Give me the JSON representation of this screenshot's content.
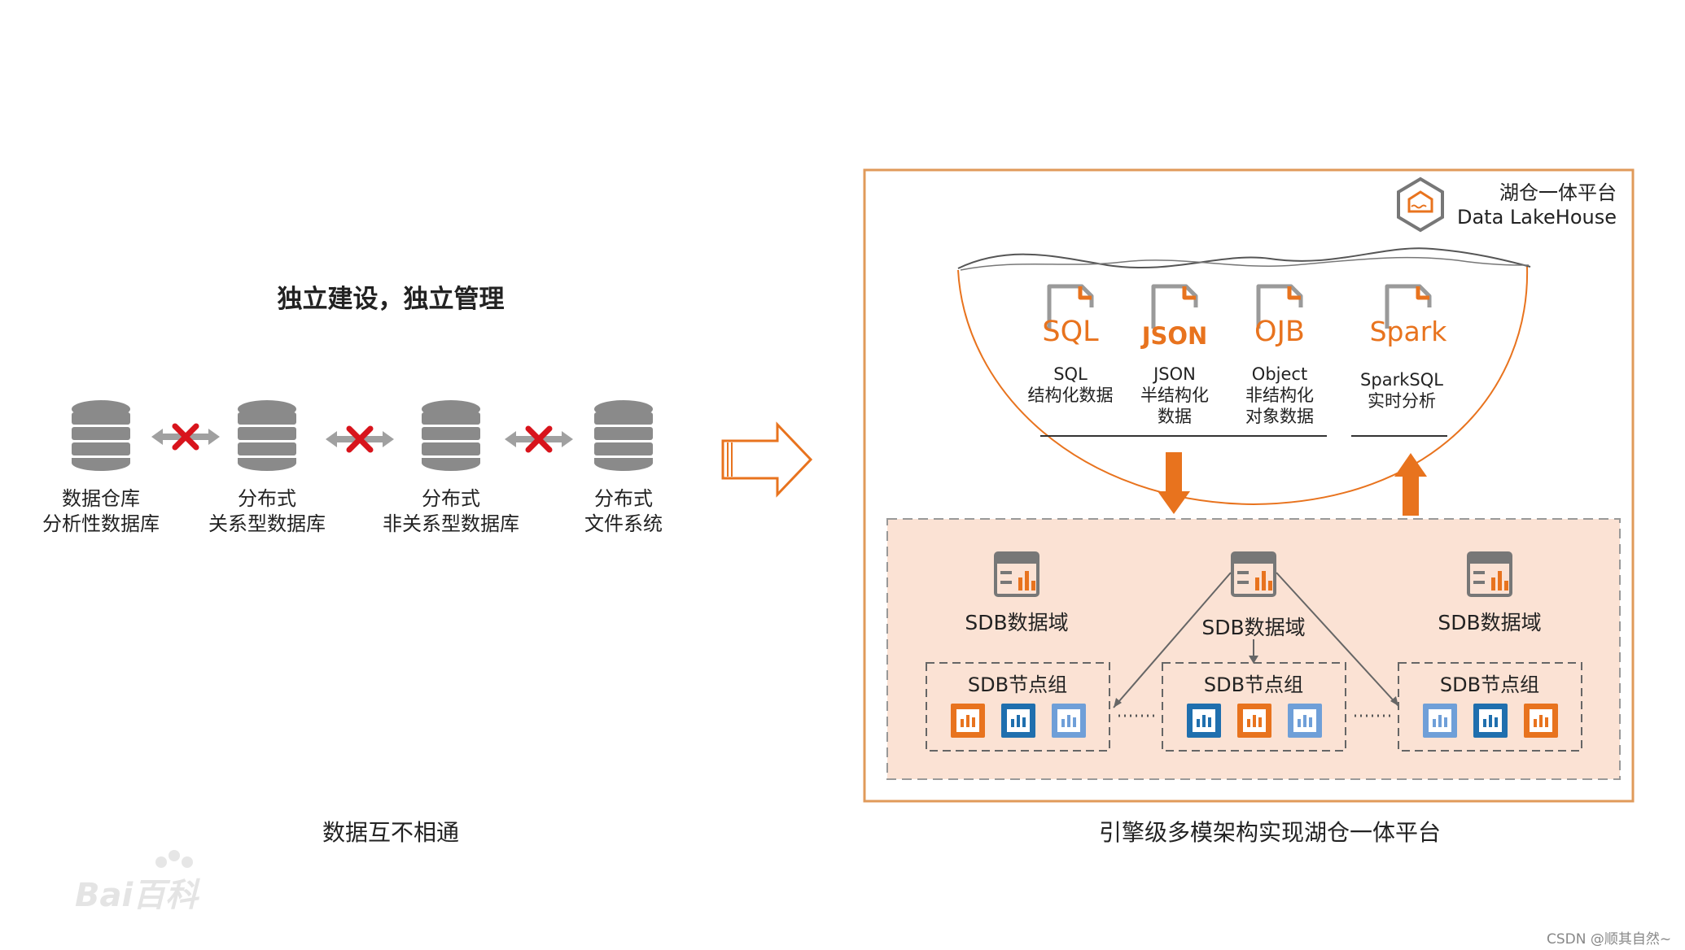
{
  "left": {
    "title": "独立建设，独立管理",
    "databases": [
      {
        "line1": "数据仓库",
        "line2": "分析性数据库"
      },
      {
        "line1": "分布式",
        "line2": "关系型数据库"
      },
      {
        "line1": "分布式",
        "line2": "非关系型数据库"
      },
      {
        "line1": "分布式",
        "line2": "文件系统"
      }
    ],
    "caption": "数据互不相通"
  },
  "right": {
    "platform_name_cn": "湖仓一体平台",
    "platform_name_en": "Data LakeHouse",
    "files": [
      {
        "tag": "SQL",
        "line1": "SQL",
        "line2": "结构化数据",
        "line3": ""
      },
      {
        "tag": "JSON",
        "line1": "JSON",
        "line2": "半结构化",
        "line3": "数据"
      },
      {
        "tag": "OJB",
        "line1": "Object",
        "line2": "非结构化",
        "line3": "对象数据"
      },
      {
        "tag": "Spark",
        "line1": "SparkSQL",
        "line2": "实时分析",
        "line3": ""
      }
    ],
    "domains": [
      "SDB数据域",
      "SDB数据域",
      "SDB数据域"
    ],
    "groups": [
      "SDB节点组",
      "SDB节点组",
      "SDB节点组"
    ],
    "caption": "引擎级多模架构实现湖仓一体平台"
  },
  "colors": {
    "accent": "#E8731E",
    "frame": "#E09A5A",
    "panel_fill": "#FBE2D4",
    "db_gray": "#888888",
    "cross_red": "#D8141C",
    "node_orange": "#E8731E",
    "node_blue_dark": "#1F6FAE",
    "node_blue_light": "#6F9FD8"
  },
  "icons": [
    "database-icon",
    "red-cross-icon",
    "hollow-arrow-right-icon",
    "lakehouse-logo-icon",
    "document-icon",
    "server-analytics-icon",
    "node-chart-icon"
  ],
  "watermark": {
    "brand": "Bai百科"
  },
  "credit": "CSDN @顺其自然~"
}
